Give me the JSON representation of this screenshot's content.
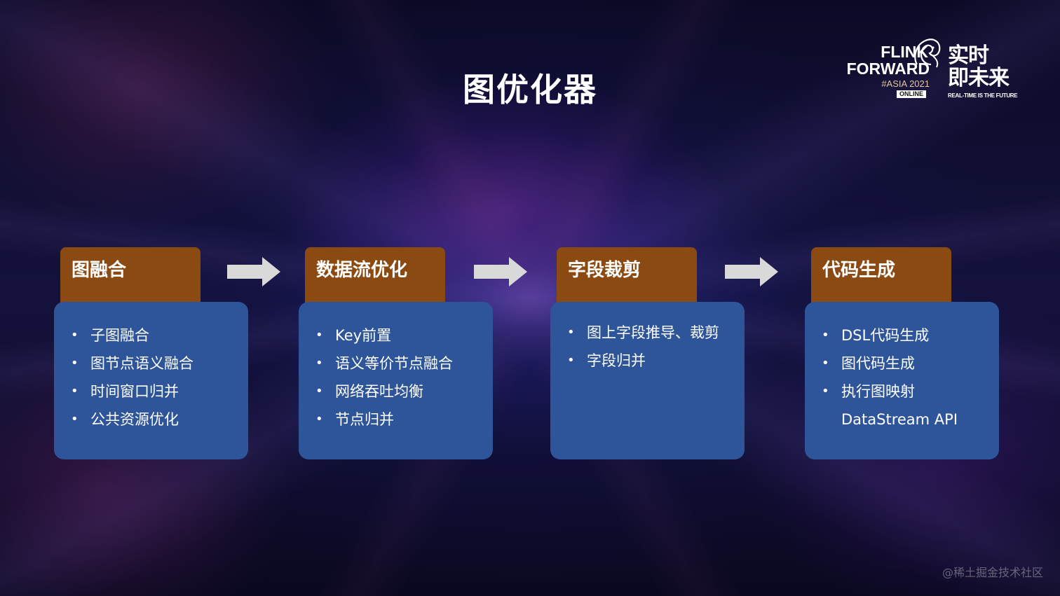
{
  "slide": {
    "title": "图优化器",
    "watermark": "@稀土掘金技术社区"
  },
  "logo": {
    "line1": "FLINK",
    "line2": "FORWARD",
    "edition": "#ASIA 2021",
    "badge": "ONLINE",
    "cn_line1": "实时",
    "cn_line2": "即未来",
    "tagline": "REAL-TIME IS THE FUTURE"
  },
  "stages": [
    {
      "title": "图融合",
      "items": [
        "子图融合",
        "图节点语义融合",
        "时间窗口归并",
        "公共资源优化"
      ]
    },
    {
      "title": "数据流优化",
      "items": [
        "Key前置",
        "语义等价节点融合",
        "网络吞吐均衡",
        "节点归并"
      ]
    },
    {
      "title": "字段裁剪",
      "items": [
        "图上字段推导、裁剪",
        "字段归并"
      ]
    },
    {
      "title": "代码生成",
      "items": [
        "DSL代码生成",
        "图代码生成",
        "执行图映射"
      ],
      "continuation": "DataStream API"
    }
  ],
  "colors": {
    "tab": "#8b4a12",
    "card": "#2e5599",
    "arrow": "#d9d9d9"
  },
  "icons": {
    "arrow": "right-arrow-icon",
    "logo": "squirrel-logo-icon"
  }
}
